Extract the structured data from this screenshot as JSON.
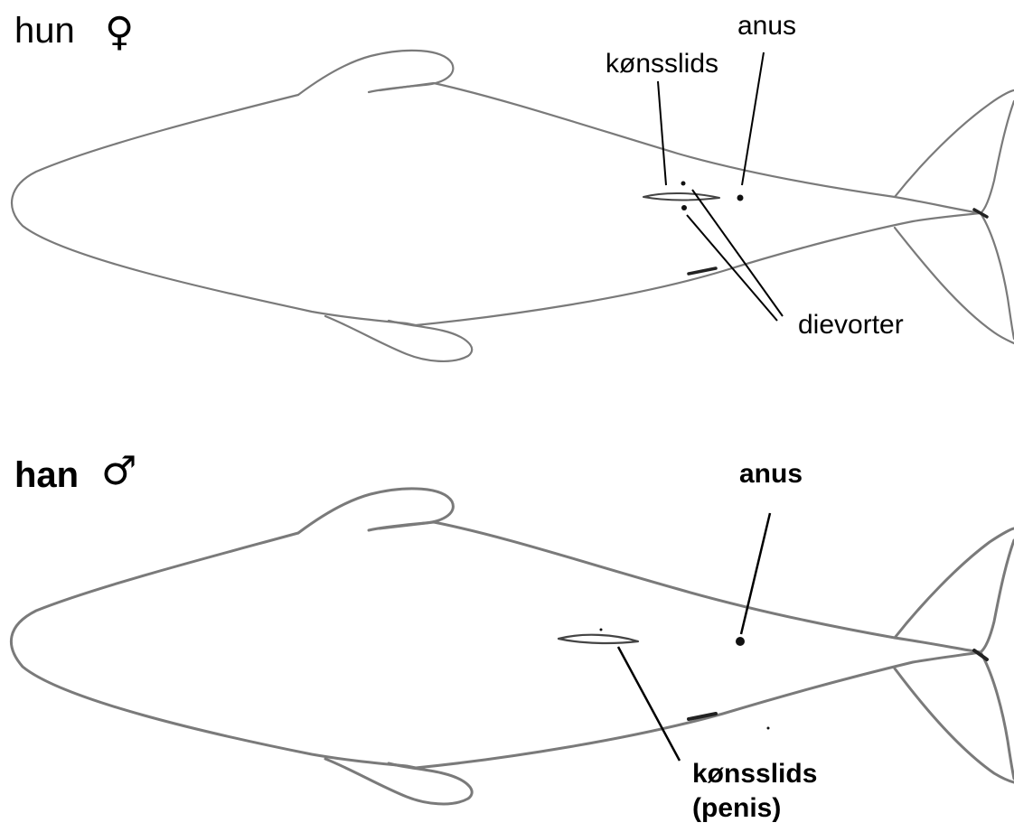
{
  "female": {
    "title": "hun",
    "symbol": "♀",
    "labels": {
      "genital_slit": "kønsslids",
      "anus": "anus",
      "mammary_slits": "dievorter"
    }
  },
  "male": {
    "title": "han",
    "symbol": "♂",
    "labels": {
      "anus": "anus",
      "genital_slit": "kønsslids",
      "genital_slit_note": "(penis)"
    }
  },
  "colors": {
    "outline": "#7a7a7a",
    "ink": "#000000",
    "background": "#ffffff"
  }
}
